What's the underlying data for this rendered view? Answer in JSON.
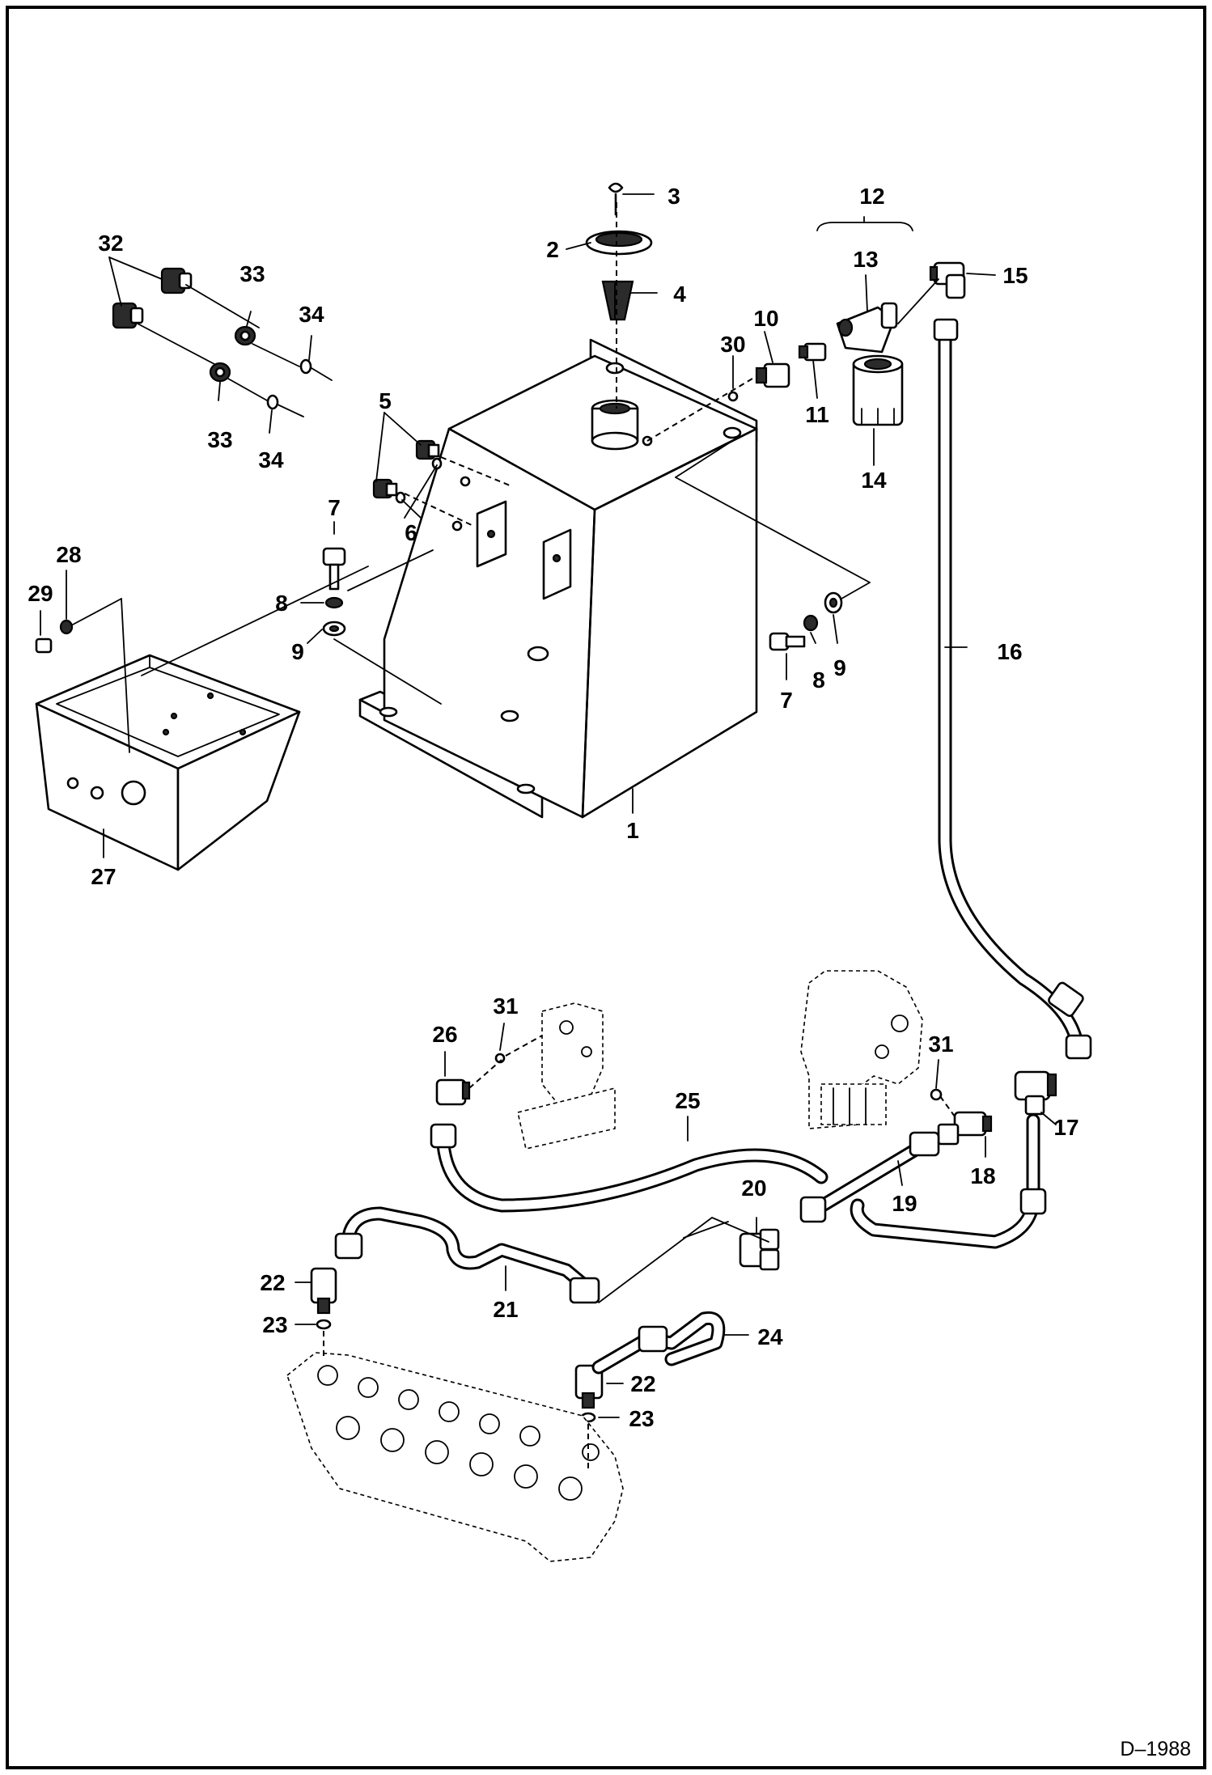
{
  "diagram": {
    "document_id": "D–1988",
    "callouts": {
      "c1": "1",
      "c2": "2",
      "c3": "3",
      "c4": "4",
      "c5": "5",
      "c6": "6",
      "c7": "7",
      "c8": "8",
      "c9": "9",
      "c10": "10",
      "c11": "11",
      "c12": "12",
      "c13": "13",
      "c14": "14",
      "c15": "15",
      "c16": "16",
      "c17": "17",
      "c18": "18",
      "c19": "19",
      "c20": "20",
      "c21": "21",
      "c22": "22",
      "c23": "23",
      "c24": "24",
      "c25": "25",
      "c26": "26",
      "c27": "27",
      "c28": "28",
      "c29": "29",
      "c30": "30",
      "c31": "31",
      "c32": "32",
      "c33": "33",
      "c34": "34"
    }
  }
}
